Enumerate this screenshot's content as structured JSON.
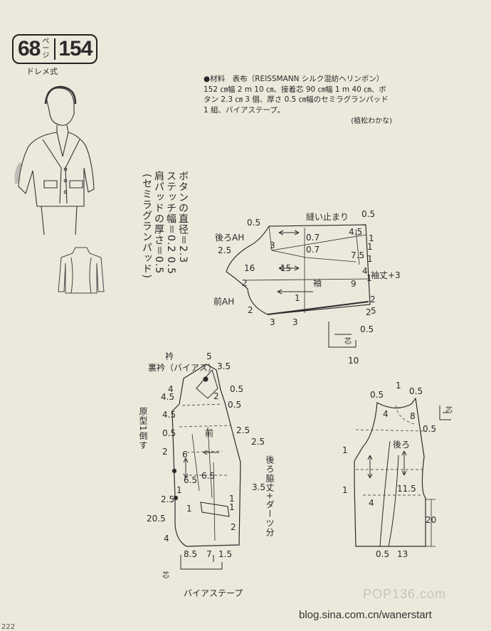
{
  "header": {
    "page_num": "68",
    "page_unit": "ページ",
    "pattern_num": "154",
    "style": "ドレメ式"
  },
  "materials": {
    "text": "●材料　表布（REISSMANN シルク混紡ヘリンボン）152 ㎝幅 2 m 10 ㎝、接着芯 90 ㎝幅 1 m 40 ㎝、ボタン 2.3 ㎝ 3 個、厚さ 0.5 ㎝幅のセミラグランパッド 1 組、バイアステープ。",
    "credit": "(植松わかな)"
  },
  "specs": [
    "ボタンの直径＝2.3",
    "ステッチ幅＝0.2 0.5",
    "肩パッドの厚さ＝0.5",
    "(セミラグランパッド)"
  ],
  "sleeve": {
    "labels": {
      "back_ah": "後ろAH",
      "front_ah": "前AH",
      "tack": "縫い止まり",
      "sleeve": "袖",
      "sleeve_len": "袖丈+3"
    },
    "nums": [
      "0.5",
      "0.5",
      "0.7",
      "4.5",
      "1",
      "1",
      "2.5",
      "3",
      "0.7",
      "7.5",
      "1",
      "4",
      "1",
      "16",
      "15",
      "2",
      "9",
      "1",
      "2",
      "2",
      "3",
      "3",
      "2",
      "5",
      "0.5",
      "10"
    ],
    "interfacing": "芯"
  },
  "front": {
    "labels": {
      "collar": "衿",
      "bias": "裏衿（バイアス）",
      "front": "前",
      "side_dart": "後ろ脇丈+ダーツ分",
      "orig": "原型1倒す",
      "tape": "バイアステープ",
      "inter": "芯"
    },
    "nums": [
      "5",
      "3.5",
      "0.5",
      "4",
      "4.5",
      "2",
      "4.5",
      "0.5",
      "0.5",
      "2.5",
      "6",
      "2.5",
      "6.5",
      "2",
      "6.5",
      "3.5",
      "1",
      "2.5",
      "1",
      "20.5",
      "4",
      "8.5",
      "7",
      "1.5",
      "1",
      "1",
      "2"
    ]
  },
  "back": {
    "labels": {
      "back": "後ろ",
      "inter": "芯"
    },
    "nums": [
      "0.5",
      "1",
      "0.5",
      "4",
      "8",
      "0.5",
      "1",
      "1",
      "11.5",
      "4",
      "20",
      "0.5",
      "13"
    ]
  },
  "watermark": {
    "logo": "POP136.com",
    "blog": "blog.sina.com.cn/wanerstart"
  },
  "page_footer": "222"
}
